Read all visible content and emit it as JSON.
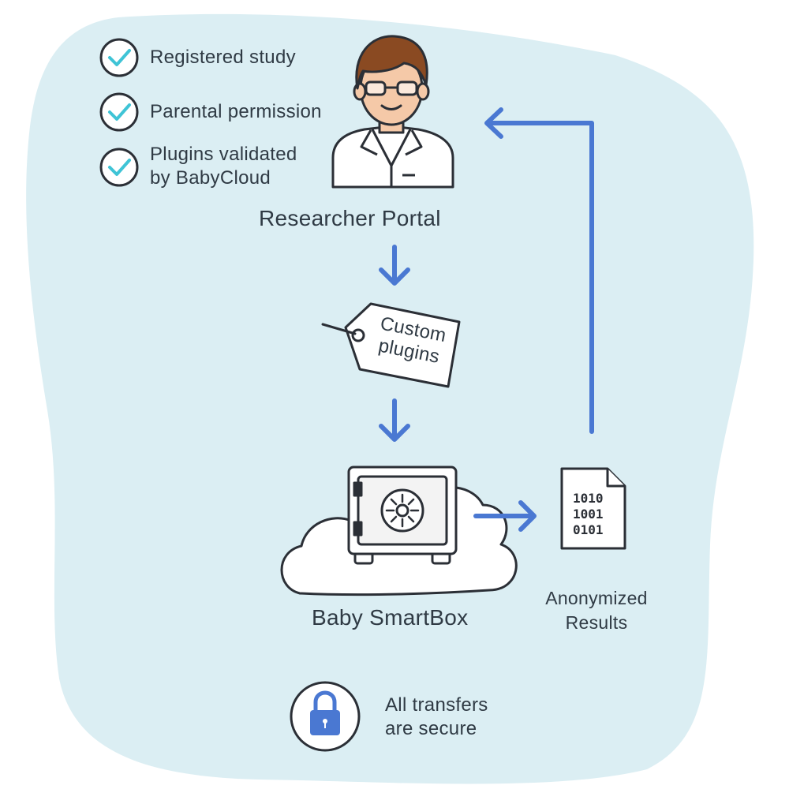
{
  "checklist": [
    {
      "label": "Registered study"
    },
    {
      "label": "Parental permission"
    },
    {
      "label": "Plugins validated",
      "label2": "by BabyCloud"
    }
  ],
  "portal": {
    "label": "Researcher Portal"
  },
  "tag": {
    "line1": "Custom",
    "line2": "plugins"
  },
  "smartbox": {
    "label": "Baby SmartBox"
  },
  "results": {
    "line1": "Anonymized",
    "line2": "Results",
    "file_rows": [
      "1010",
      "1001",
      "0101"
    ]
  },
  "security": {
    "line1": "All transfers",
    "line2": "are secure"
  },
  "colors": {
    "background_blob": "#dbeef3",
    "arrow": "#4a78d2",
    "check": "#3fc4d6",
    "outline": "#2b2f36",
    "lock": "#4a78d2",
    "hair": "#8a4a22",
    "skin": "#f5c9a8"
  }
}
